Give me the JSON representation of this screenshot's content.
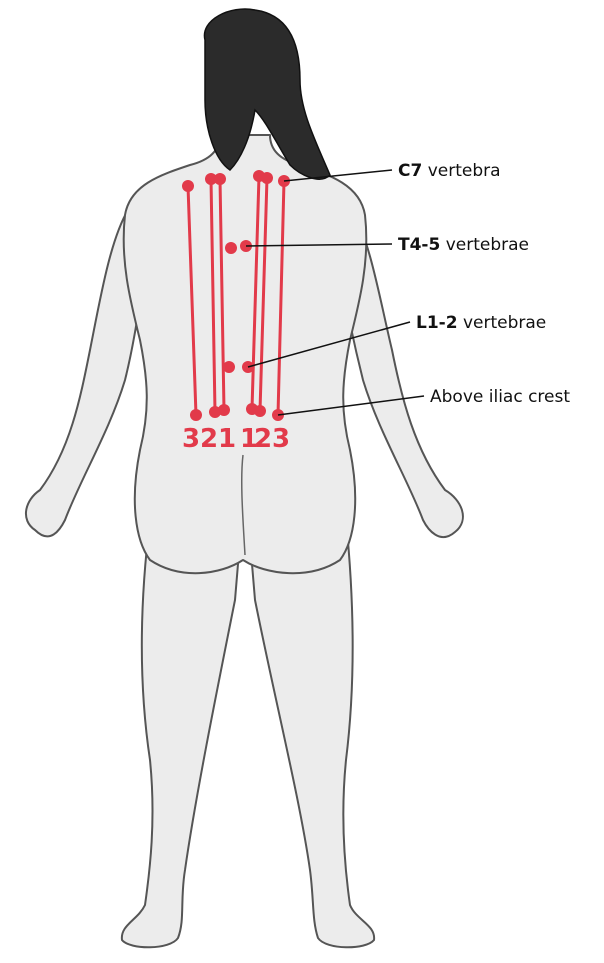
{
  "colors": {
    "marker": "#e23a4a",
    "skin": "#ececec",
    "hair": "#2b2b2b",
    "outline": "#555555",
    "text": "#111111"
  },
  "labels": {
    "c7": {
      "bold": "C7",
      "rest": " vertebra"
    },
    "t45": {
      "bold": "T4-5",
      "rest": " vertebrae"
    },
    "l12": {
      "bold": "L1-2",
      "rest": " vertebrae"
    },
    "iliac": {
      "bold": "",
      "rest": "Above iliac crest"
    }
  },
  "line_numbers": {
    "left": [
      "3",
      "2",
      "1"
    ],
    "right": [
      "1",
      "2",
      "3"
    ]
  }
}
